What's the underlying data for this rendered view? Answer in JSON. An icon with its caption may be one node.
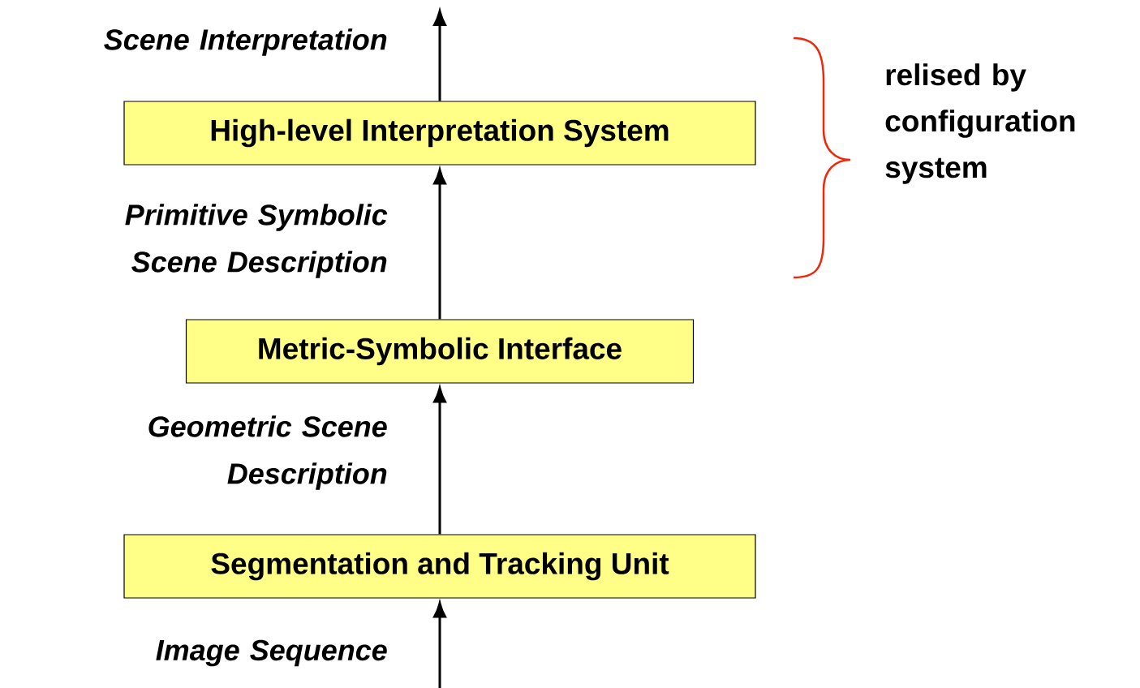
{
  "diagram": {
    "nodes": [
      {
        "text": [
          "High-level Interpretation System"
        ]
      },
      {
        "text": [
          "Metric-Symbolic Interface"
        ]
      },
      {
        "text": [
          "Segmentation and Tracking Unit"
        ]
      }
    ],
    "edges": [
      {
        "from": null,
        "to": 2,
        "arrow": "to",
        "label": "Image Sequence"
      },
      {
        "from": 2,
        "to": 1,
        "arrow": "to",
        "label": "Geometric Scene Description"
      },
      {
        "from": 1,
        "to": 0,
        "arrow": "to",
        "label": "Primitive Symbolic Scene Description"
      },
      {
        "from": 0,
        "to": null,
        "arrow": "to",
        "label": "Scene Interpretation"
      }
    ],
    "labels": [
      "relised by configuration system"
    ]
  }
}
